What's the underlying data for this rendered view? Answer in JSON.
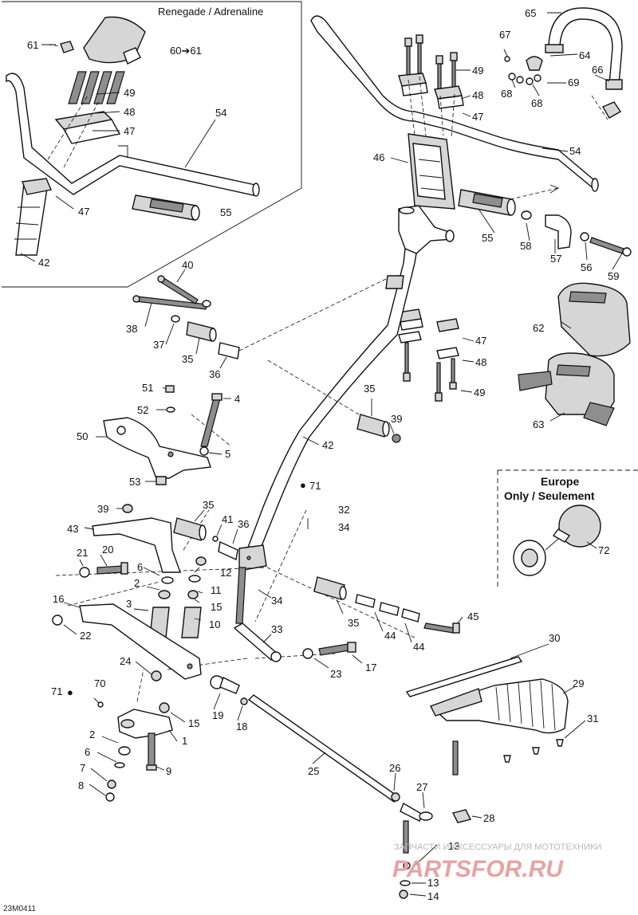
{
  "inset_title": "Renegade / Adrenaline",
  "inset_note": "60➔61",
  "europe_title_line1": "Europe",
  "europe_title_line2": "Only / Seulement",
  "diagram_ref": "23M0411",
  "oil_icon": "oil-drop-icon",
  "watermark_line": "ЗАПЧАСТИ И АКСЕССУАРЫ ДЛЯ МОТОТЕХНИКИ",
  "watermark_logo": "PARTSFOR.RU",
  "callouts": {
    "c61": "61",
    "c49a": "49",
    "c48a": "48",
    "c47a": "47",
    "c54a": "54",
    "c47b": "47",
    "c55a": "55",
    "c42a": "42",
    "c65": "65",
    "c67": "67",
    "c64": "64",
    "c66": "66",
    "c69": "69",
    "c68a": "68",
    "c68b": "68",
    "c49b": "49",
    "c48b": "48",
    "c47c": "47",
    "c46": "46",
    "c54b": "54",
    "c55b": "55",
    "c58": "58",
    "c57": "57",
    "c56": "56",
    "c59": "59",
    "c40": "40",
    "c38": "38",
    "c37": "37",
    "c35a": "35",
    "c36a": "36",
    "c47d": "47",
    "c48c": "48",
    "c49c": "49",
    "c62": "62",
    "c63": "63",
    "c51": "51",
    "c4": "4",
    "c52": "52",
    "c50": "50",
    "c5": "5",
    "c53": "53",
    "c35b": "35",
    "c39a": "39",
    "c42b": "42",
    "c71a": "71",
    "c39b": "39",
    "c35c": "35",
    "c43": "43",
    "c41": "41",
    "c36b": "36",
    "c32": "32",
    "c34a": "34",
    "c21": "21",
    "c20": "20",
    "c6a": "6",
    "c2a": "2",
    "c12": "12",
    "c11": "11",
    "c15a": "15",
    "c10": "10",
    "c3": "3",
    "c16": "16",
    "c22": "22",
    "c34b": "34",
    "c35d": "35",
    "c44a": "44",
    "c44b": "44",
    "c45": "45",
    "c33": "33",
    "c23": "23",
    "c17": "17",
    "c24": "24",
    "c71b": "71",
    "c70": "70",
    "c19": "19",
    "c18": "18",
    "c15b": "15",
    "c1": "1",
    "c2b": "2",
    "c6b": "6",
    "c7": "7",
    "c8": "8",
    "c9": "9",
    "c25": "25",
    "c26": "26",
    "c27": "27",
    "c28": "28",
    "c30": "30",
    "c29": "29",
    "c31": "31",
    "c72": "72",
    "c13a": "13",
    "c13b": "13",
    "c14": "14"
  }
}
